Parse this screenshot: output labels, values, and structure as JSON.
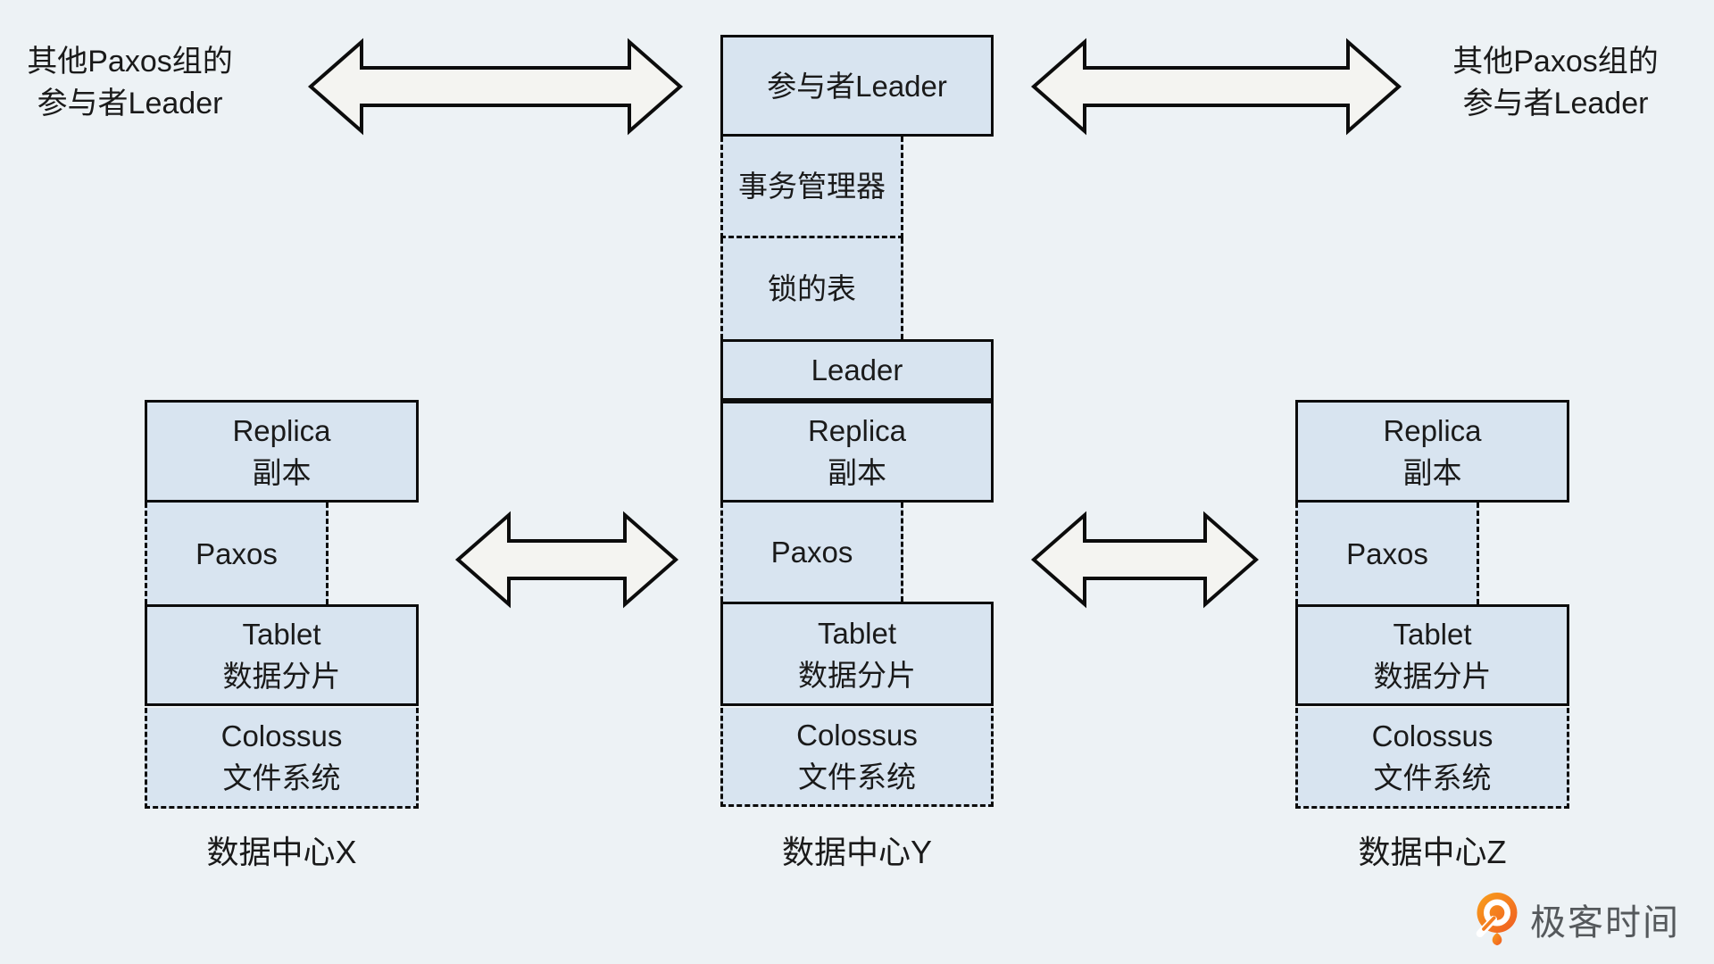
{
  "theme": {
    "background": "#edf2f5",
    "box_fill": "#d8e4f0",
    "border": "#0c0c0c",
    "arrow_fill": "#f4f4f1",
    "text": "#1a1a1a",
    "logo_text_color": "#55595c",
    "logo_orange": "#f4711d"
  },
  "side_labels": {
    "top_left": {
      "line1": "其他Paxos组的",
      "line2": "参与者Leader"
    },
    "top_right": {
      "line1": "其他Paxos组的",
      "line2": "参与者Leader"
    }
  },
  "center_column": {
    "participant_leader": "参与者Leader",
    "transaction_manager": "事务管理器",
    "lock_table": "锁的表",
    "leader": "Leader",
    "replica_en": "Replica",
    "replica_zh": "副本",
    "paxos": "Paxos",
    "tablet_en": "Tablet",
    "tablet_zh": "数据分片",
    "colossus_en": "Colossus",
    "colossus_zh": "文件系统",
    "datacenter_label": "数据中心Y"
  },
  "left_column": {
    "replica_en": "Replica",
    "replica_zh": "副本",
    "paxos": "Paxos",
    "tablet_en": "Tablet",
    "tablet_zh": "数据分片",
    "colossus_en": "Colossus",
    "colossus_zh": "文件系统",
    "datacenter_label": "数据中心X"
  },
  "right_column": {
    "replica_en": "Replica",
    "replica_zh": "副本",
    "paxos": "Paxos",
    "tablet_en": "Tablet",
    "tablet_zh": "数据分片",
    "colossus_en": "Colossus",
    "colossus_zh": "文件系统",
    "datacenter_label": "数据中心Z"
  },
  "logo": {
    "text": "极客时间",
    "icon": "geektime-pin-icon"
  }
}
